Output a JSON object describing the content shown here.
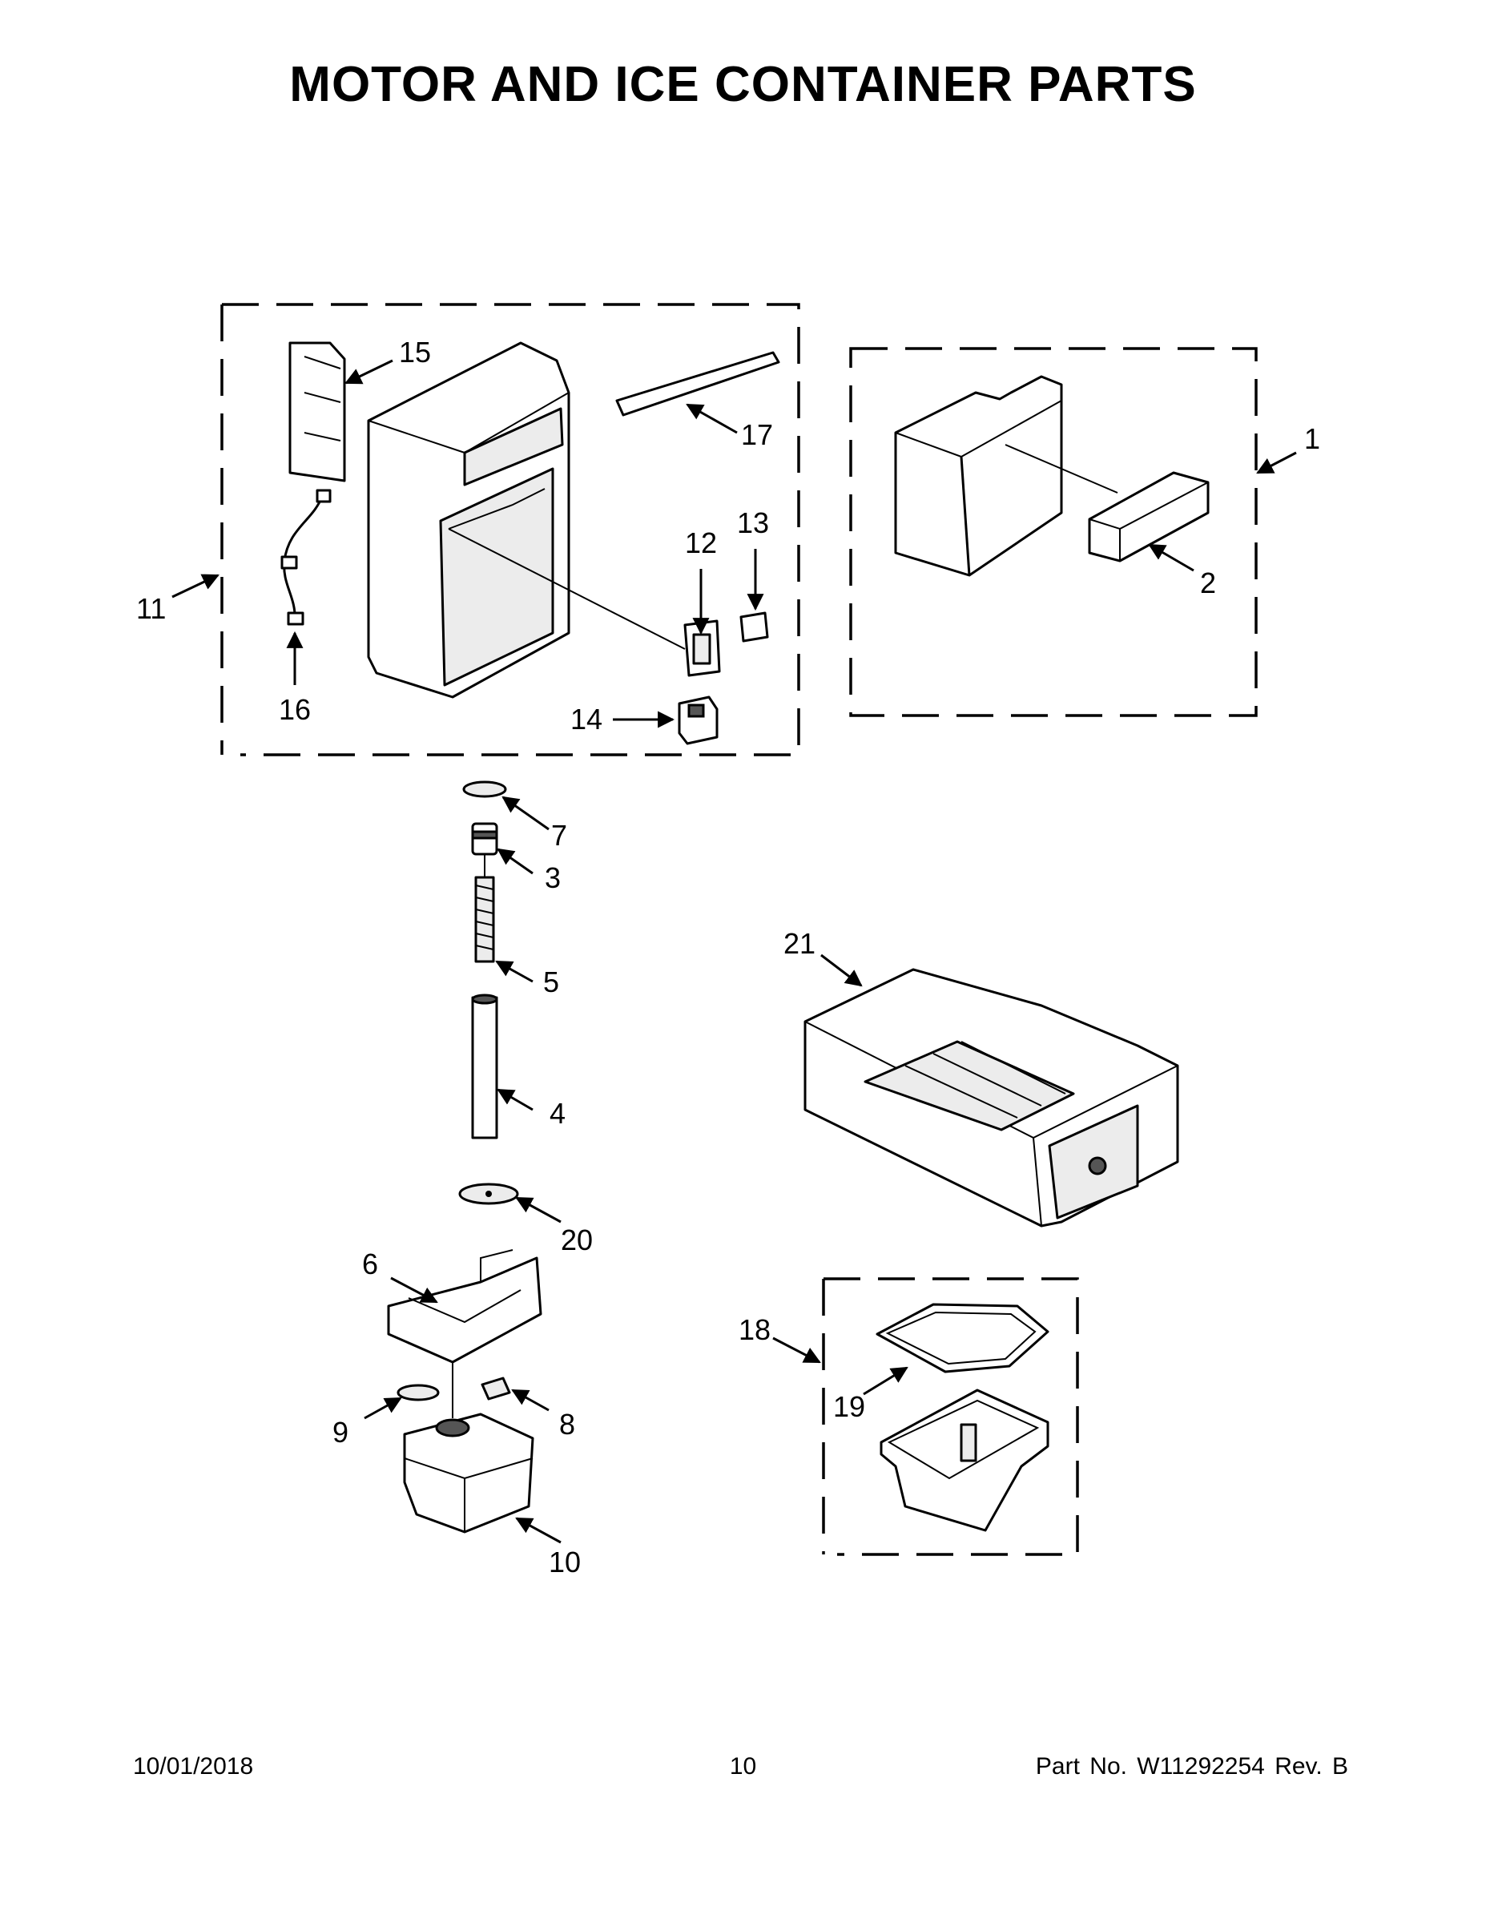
{
  "title": "MOTOR AND ICE CONTAINER PARTS",
  "callouts": {
    "c1": "1",
    "c2": "2",
    "c3": "3",
    "c4": "4",
    "c5": "5",
    "c6": "6",
    "c7": "7",
    "c8": "8",
    "c9": "9",
    "c10": "10",
    "c11": "11",
    "c12": "12",
    "c13": "13",
    "c14": "14",
    "c15": "15",
    "c16": "16",
    "c17": "17",
    "c18": "18",
    "c19": "19",
    "c20": "20",
    "c21": "21"
  },
  "footer": {
    "date": "10/01/2018",
    "page": "10",
    "part_no": "Part No.  W11292254  Rev.  B"
  }
}
